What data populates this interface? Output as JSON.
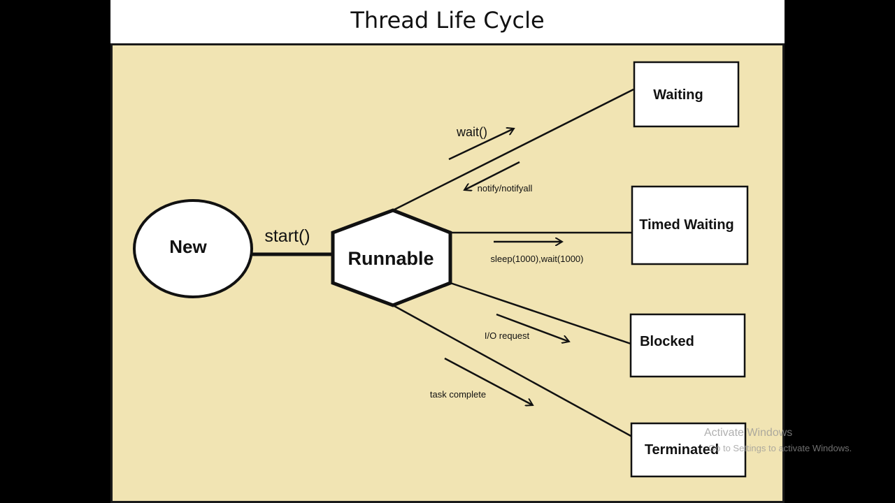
{
  "title": "Thread Life Cycle",
  "diagram": {
    "nodes": {
      "new": "New",
      "runnable": "Runnable",
      "waiting": "Waiting",
      "timed_waiting": "Timed Waiting",
      "blocked": "Blocked",
      "terminated": "Terminated"
    },
    "edges": {
      "start": "start()",
      "wait": "wait()",
      "notify": "notify/notifyall",
      "sleep": "sleep(1000),wait(1000)",
      "io": "I/O request",
      "complete": "task complete"
    }
  },
  "watermark": {
    "title": "Activate Windows",
    "subtitle": "Go to Settings to activate Windows."
  }
}
